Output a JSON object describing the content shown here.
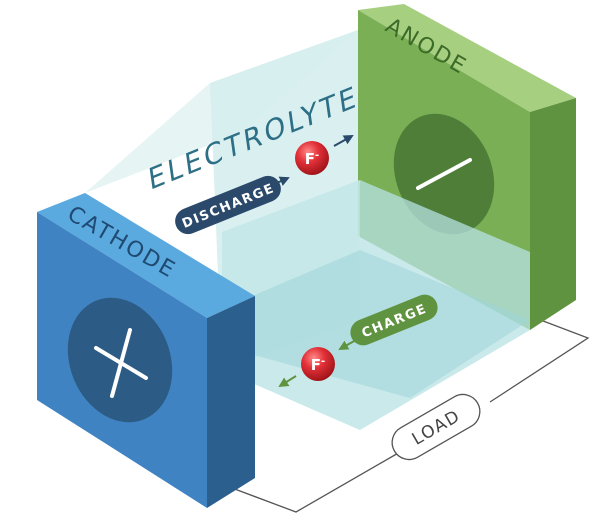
{
  "labels": {
    "cathode": "CATHODE",
    "anode": "ANODE",
    "electrolyte": "ELECTROLYTE",
    "discharge": "DISCHARGE",
    "charge": "CHARGE",
    "load": "LOAD"
  },
  "ions": {
    "top": {
      "base": "F",
      "charge": "-"
    },
    "bottom": {
      "base": "F",
      "charge": "-"
    }
  },
  "symbols": {
    "cathode": "plus-icon",
    "anode": "minus-icon"
  },
  "colors": {
    "cathode_front": "#3f83c2",
    "cathode_top": "#5aa9df",
    "cathode_side": "#2a5f8e",
    "cathode_circle": "#2c5b85",
    "anode_front": "#7aaf55",
    "anode_top": "#a6cf80",
    "anode_side": "#5f9340",
    "anode_circle": "#4e7e38",
    "electrolyte": "#bfe6e6",
    "pill": "#2b4a6b",
    "charge_pill": "#5f9340",
    "ion_red": "#d8232a",
    "label_text": "#2d6f86"
  }
}
